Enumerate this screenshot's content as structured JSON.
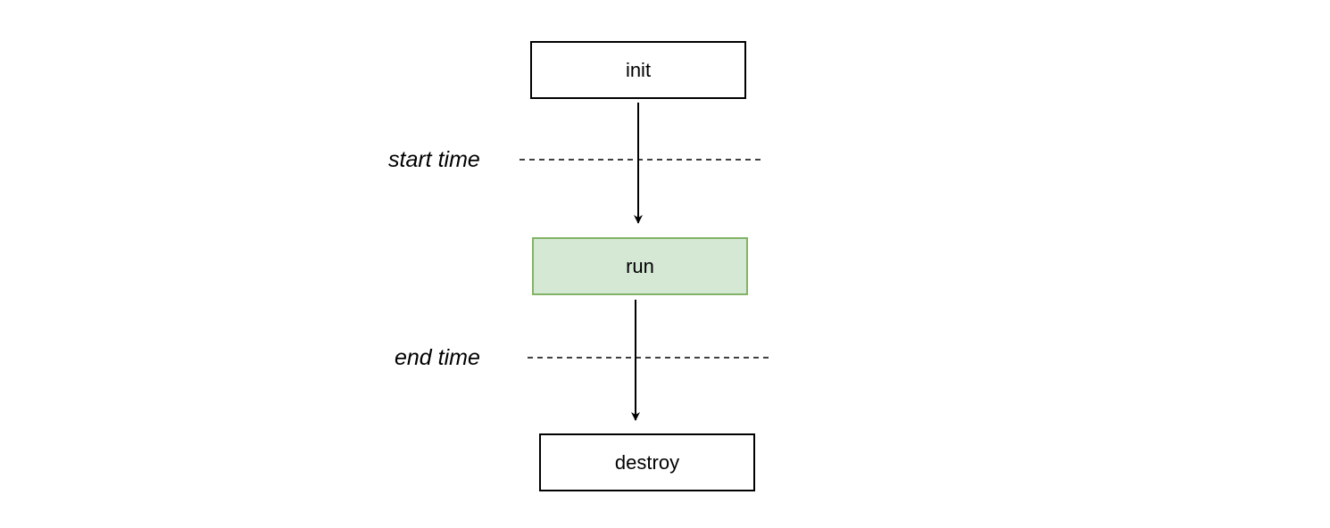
{
  "diagram": {
    "nodes": {
      "init": "init",
      "run": "run",
      "destroy": "destroy"
    },
    "markers": {
      "start": "start time",
      "end": "end time"
    },
    "colors": {
      "run_fill": "#d5e8d4",
      "run_stroke": "#82b366",
      "line": "#000000"
    }
  }
}
